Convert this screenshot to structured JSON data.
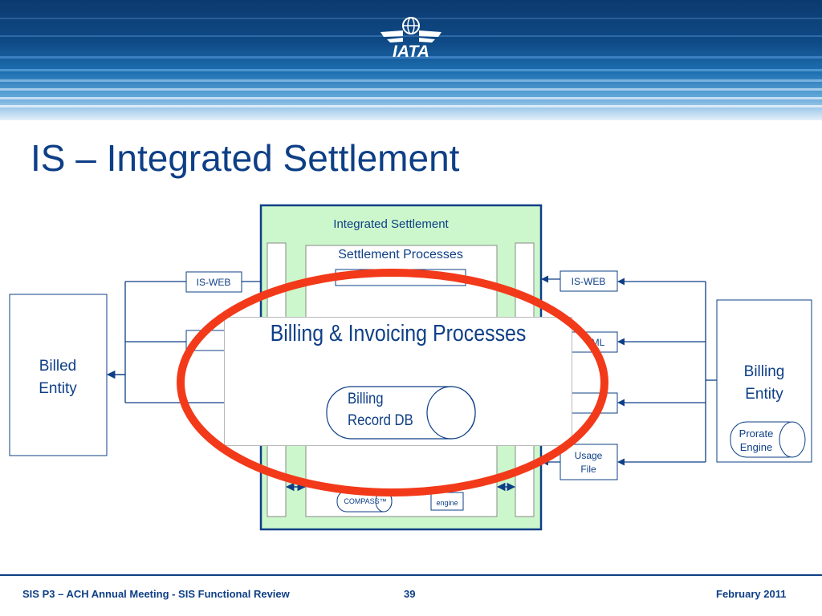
{
  "header": {
    "logo_text": "IATA"
  },
  "title": "IS – Integrated Settlement",
  "diagram": {
    "integrated_settlement": "Integrated Settlement",
    "settlement_processes": "Settlement Processes",
    "left_iface_top": "IS-WEB",
    "right_iface_top": "IS-WEB",
    "right_iface_2": "ML",
    "right_usage_1": "Usage",
    "right_usage_2": "File",
    "billed_entity_1": "Billed",
    "billed_entity_2": "Entity",
    "billing_entity_1": "Billing",
    "billing_entity_2": "Entity",
    "prorate_1": "Prorate",
    "prorate_2": "Engine",
    "compass": "COMPASS™",
    "engine": "engine"
  },
  "overlay": {
    "title": "Billing & Invoicing Processes",
    "db_line1": "Billing",
    "db_line2": "Record DB"
  },
  "footer": {
    "left": "SIS P3 – ACH Annual Meeting - SIS Functional Review",
    "page": "39",
    "date": "February 2011"
  },
  "colors": {
    "brand_blue": "#0e3f86",
    "panel_green": "#ccf7cc",
    "highlight_red": "#f23a1a"
  }
}
